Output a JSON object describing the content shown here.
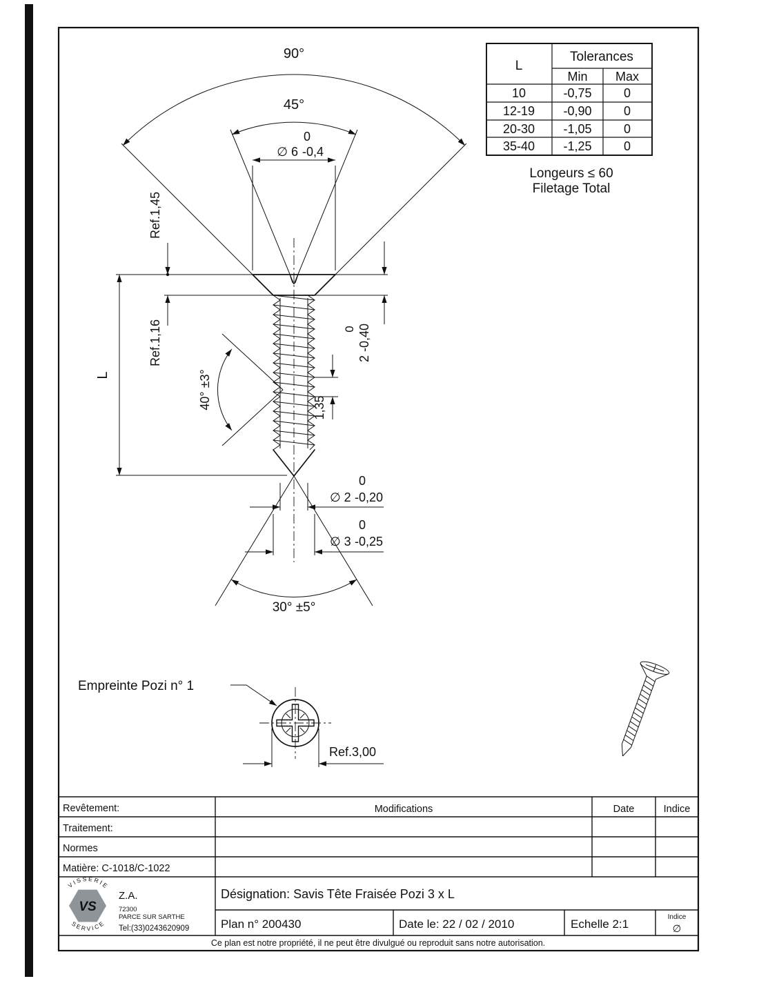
{
  "tolerance_table": {
    "l_header": "L",
    "title": "Tolerances",
    "min": "Min",
    "max": "Max",
    "rows": [
      {
        "l": "10",
        "min": "-0,75",
        "max": "0"
      },
      {
        "l": "12-19",
        "min": "-0,90",
        "max": "0"
      },
      {
        "l": "20-30",
        "min": "-1,05",
        "max": "0"
      },
      {
        "l": "35-40",
        "min": "-1,25",
        "max": "0"
      }
    ],
    "note1": "Longeurs ≤ 60",
    "note2": "Filetage Total"
  },
  "dims": {
    "angle_90": "90°",
    "angle_45": "45°",
    "d6_nom": "∅ 6",
    "d6_upper": "0",
    "d6_lower": "-0,4",
    "ref_head": "Ref.1,45",
    "ref_cone": "Ref.1,16",
    "length": "L",
    "thread_angle": "40° ±3°",
    "d2len_nom": "2 -0,40",
    "d2len_upper": "0",
    "pitch": "1,35",
    "d2_nom": "∅ 2",
    "d2_upper": "0",
    "d2_lower": "-0,20",
    "d3_nom": "∅ 3",
    "d3_upper": "0",
    "d3_lower": "-0,25",
    "point_angle": "30° ±5°",
    "pozi_label": "Empreinte Pozi n° 1",
    "ref_recess": "Ref.3,00"
  },
  "title_block": {
    "revetement": "Revêtement:",
    "traitement": "Traitement:",
    "normes": "Normes",
    "matiere": "Matière: C-1018/C-1022",
    "modifications": "Modifications",
    "date": "Date",
    "indice": "Indice",
    "company": {
      "za": "Z.A.",
      "cp": "72300",
      "city": "PARCE SUR SARTHE",
      "tel": "Tel:(33)0243620909",
      "logo": "VS",
      "ring_top": "V I S S E R I E",
      "ring_bottom": "S E R V I C E"
    },
    "designation": "Désignation: Savis Tête Fraisée Pozi  3 x L",
    "plan": "Plan n° 200430",
    "date_le": "Date le: 22 / 02 / 2010",
    "echelle": "Echelle 2:1",
    "indice_label": "Indice",
    "indice_value": "∅",
    "footer": "Ce plan est notre propriété, il ne peut être divulgué ou reproduit sans notre autorisation."
  }
}
